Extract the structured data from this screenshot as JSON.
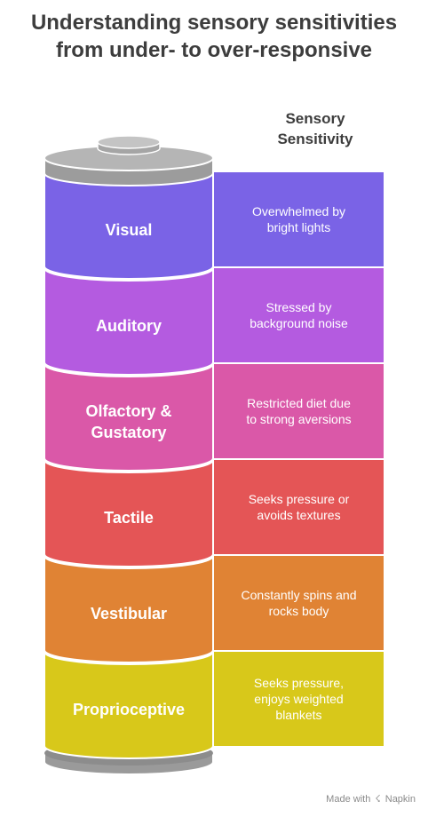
{
  "title_line1": "Understanding sensory sensitivities",
  "title_line2": "from under- to over-responsive",
  "column_header_line1": "Sensory",
  "column_header_line2": "Sensitivity",
  "segments": [
    {
      "label": "Visual",
      "label2": "",
      "desc1": "Overwhelmed by",
      "desc2": "bright lights",
      "desc3": "",
      "color": "#7A63E6",
      "dark": "#5f4bc4"
    },
    {
      "label": "Auditory",
      "label2": "",
      "desc1": "Stressed by",
      "desc2": "background noise",
      "desc3": "",
      "color": "#B45BE0",
      "dark": "#9644c0"
    },
    {
      "label": "Olfactory &",
      "label2": "Gustatory",
      "desc1": "Restricted diet due",
      "desc2": "to strong aversions",
      "desc3": "",
      "color": "#DA58A8",
      "dark": "#b8438b"
    },
    {
      "label": "Tactile",
      "label2": "",
      "desc1": "Seeks pressure or",
      "desc2": "avoids textures",
      "desc3": "",
      "color": "#E45556",
      "dark": "#c13e40"
    },
    {
      "label": "Vestibular",
      "label2": "",
      "desc1": "Constantly spins and",
      "desc2": "rocks body",
      "desc3": "",
      "color": "#E08334",
      "dark": "#bf6a22"
    },
    {
      "label": "Proprioceptive",
      "label2": "",
      "desc1": "Seeks pressure,",
      "desc2": "enjoys weighted",
      "desc3": "blankets",
      "color": "#D8C81A",
      "dark": "#b6a810"
    }
  ],
  "footer": {
    "made_with": "Made with",
    "brand": "Napkin"
  }
}
